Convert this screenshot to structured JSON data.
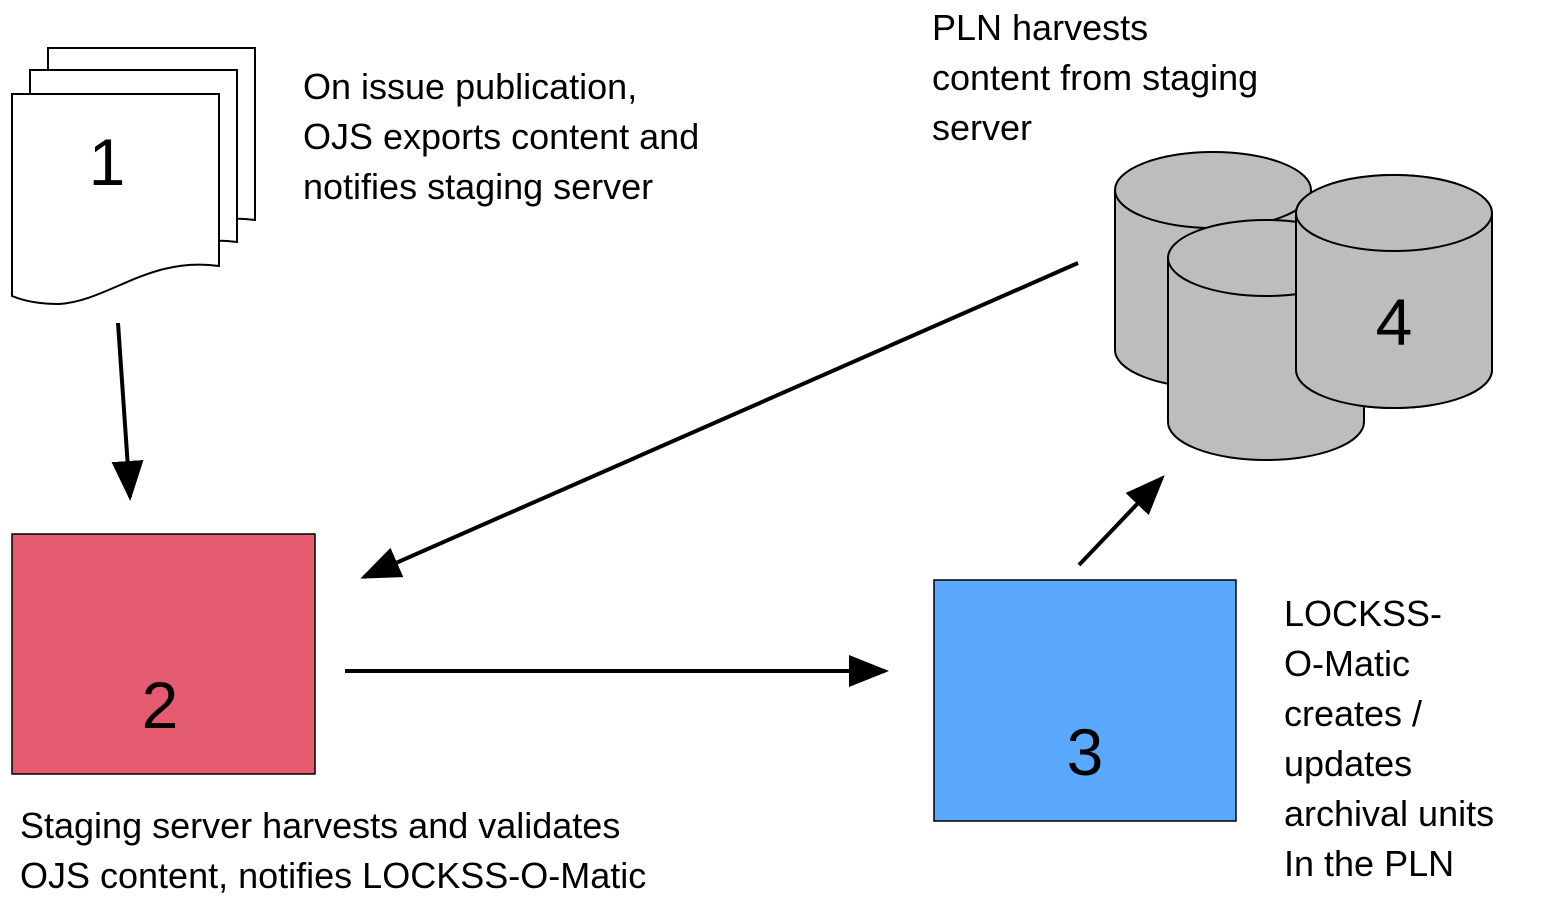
{
  "steps": [
    {
      "number": "1",
      "caption": [
        "On issue publication,",
        "OJS exports content and",
        "notifies staging server"
      ],
      "color": "#ffffff"
    },
    {
      "number": "2",
      "caption": [
        "Staging server harvests and validates",
        "OJS content, notifies LOCKSS-O-Matic"
      ],
      "color": "#e55b6f"
    },
    {
      "number": "3",
      "caption": [
        "LOCKSS-",
        "O-Matic",
        "creates /",
        "updates",
        "archival units",
        "In the PLN"
      ],
      "color": "#5aa9ff"
    },
    {
      "number": "4",
      "caption": [
        "PLN harvests",
        "content from staging",
        "server"
      ],
      "color": "#bdbdbd"
    }
  ]
}
